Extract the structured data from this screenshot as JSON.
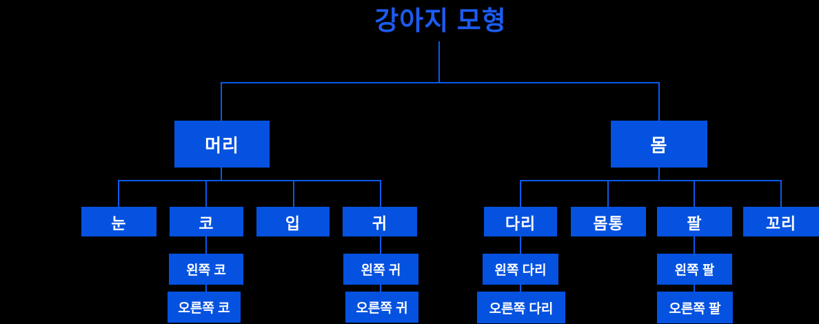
{
  "colors": {
    "background": "#000000",
    "box_fill": "#0552E0",
    "box_text": "#FFFFFF",
    "line": "#0B5BEF",
    "title_text": "#1C5CF2"
  },
  "tree": {
    "title": "강아지 모형",
    "children": [
      {
        "label": "머리",
        "children": [
          {
            "label": "눈"
          },
          {
            "label": "코",
            "children": [
              {
                "label": "왼쪽 코"
              },
              {
                "label": "오른쪽 코"
              }
            ]
          },
          {
            "label": "입"
          },
          {
            "label": "귀",
            "children": [
              {
                "label": "왼쪽 귀"
              },
              {
                "label": "오른쪽 귀"
              }
            ]
          }
        ]
      },
      {
        "label": "몸",
        "children": [
          {
            "label": "다리",
            "children": [
              {
                "label": "왼쪽 다리"
              },
              {
                "label": "오른쪽 다리"
              }
            ]
          },
          {
            "label": "몸통"
          },
          {
            "label": "팔",
            "children": [
              {
                "label": "왼쪽 팔"
              },
              {
                "label": "오른쪽 팔"
              }
            ]
          },
          {
            "label": "꼬리"
          }
        ]
      }
    ]
  }
}
